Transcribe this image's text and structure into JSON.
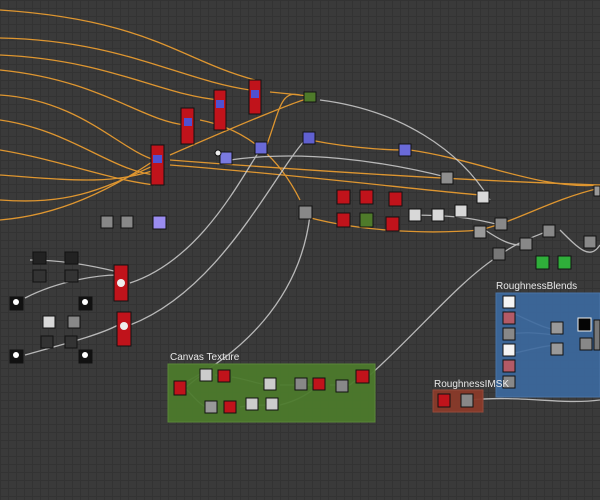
{
  "frames": {
    "canvas_texture": {
      "title": "Canvas Texture",
      "color": "#4c7a2c"
    },
    "roughness_blends": {
      "title": "RoughnessBlends",
      "color": "#3c6aa0"
    },
    "roughness_msk": {
      "title": "RoughnessIMSK",
      "color": "#8a3a2a"
    }
  },
  "colors": {
    "wire_orange": "#f0a030",
    "wire_white": "#cfcfcf",
    "node_red": "#c0131b"
  }
}
